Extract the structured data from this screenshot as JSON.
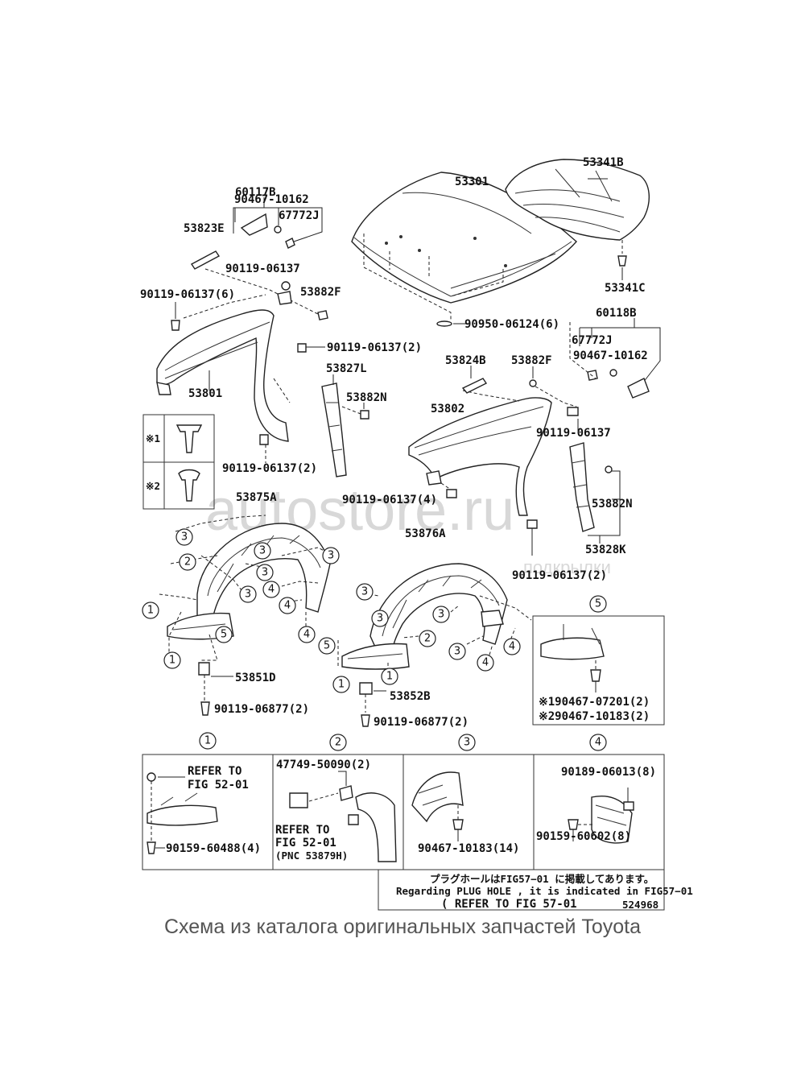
{
  "labels": {
    "p60117B": "60117B",
    "p90467_10162a": "90467-10162",
    "p67772J_a": "67772J",
    "p53823E": "53823E",
    "p90119_06137_top": "90119-06137",
    "p90119_06137_6": "90119-06137(6)",
    "p53882F_a": "53882F",
    "p90119_06137_2a": "90119-06137(2)",
    "p53801": "53801",
    "p53827L": "53827L",
    "p53882N_a": "53882N",
    "p90119_06137_2b": "90119-06137(2)",
    "p53301": "53301",
    "p53341B": "53341B",
    "p53341C": "53341C",
    "p90950_06124_6": "90950-06124(6)",
    "p60118B": "60118B",
    "p67772J_b": "67772J",
    "p90467_10162b": "90467-10162",
    "p53824B": "53824B",
    "p53882F_b": "53882F",
    "p53802": "53802",
    "p90119_06137_mid": "90119-06137",
    "p90119_06137_4": "90119-06137(4)",
    "p53882N_b": "53882N",
    "p53828K": "53828K",
    "p90119_06137_2c": "90119-06137(2)",
    "p53875A": "53875A",
    "p53876A": "53876A",
    "p53851D": "53851D",
    "p53852B": "53852B",
    "p90119_06877_2a": "90119-06877(2)",
    "p90119_06877_2b": "90119-06877(2)",
    "p90467_07201": "※190467-07201(2)",
    "p90467_10183_2": "※290467-10183(2)",
    "sym1": "※1",
    "sym2": "※2",
    "det1_refer1": "REFER TO",
    "det1_refer2": "FIG 52-01",
    "det1_bolt": "90159-60488(4)",
    "det2_part": "47749-50090(2)",
    "det2_refer1": "REFER TO",
    "det2_refer2": "FIG 52-01",
    "det2_refer3": "(PNC 53879H)",
    "det3_part": "90467-10183(14)",
    "det4_part1": "90189-06013(8)",
    "det4_part2": "90159-60602(8)",
    "note_jp": "プラグホールはFIG57−01 に掲載してあります。",
    "note_en": "Regarding PLUG HOLE , it is indicated in FIG57−01",
    "note_ref": "(   REFER TO FIG 57-01",
    "fig_code": "524968"
  },
  "circled": {
    "c1": "1",
    "c2": "2",
    "c3": "3",
    "c4": "4",
    "c5": "5"
  },
  "watermark": {
    "site": "autostore.ru",
    "sub": "подкрылки"
  },
  "caption": "Схема из каталога оригинальных запчастей Toyota"
}
